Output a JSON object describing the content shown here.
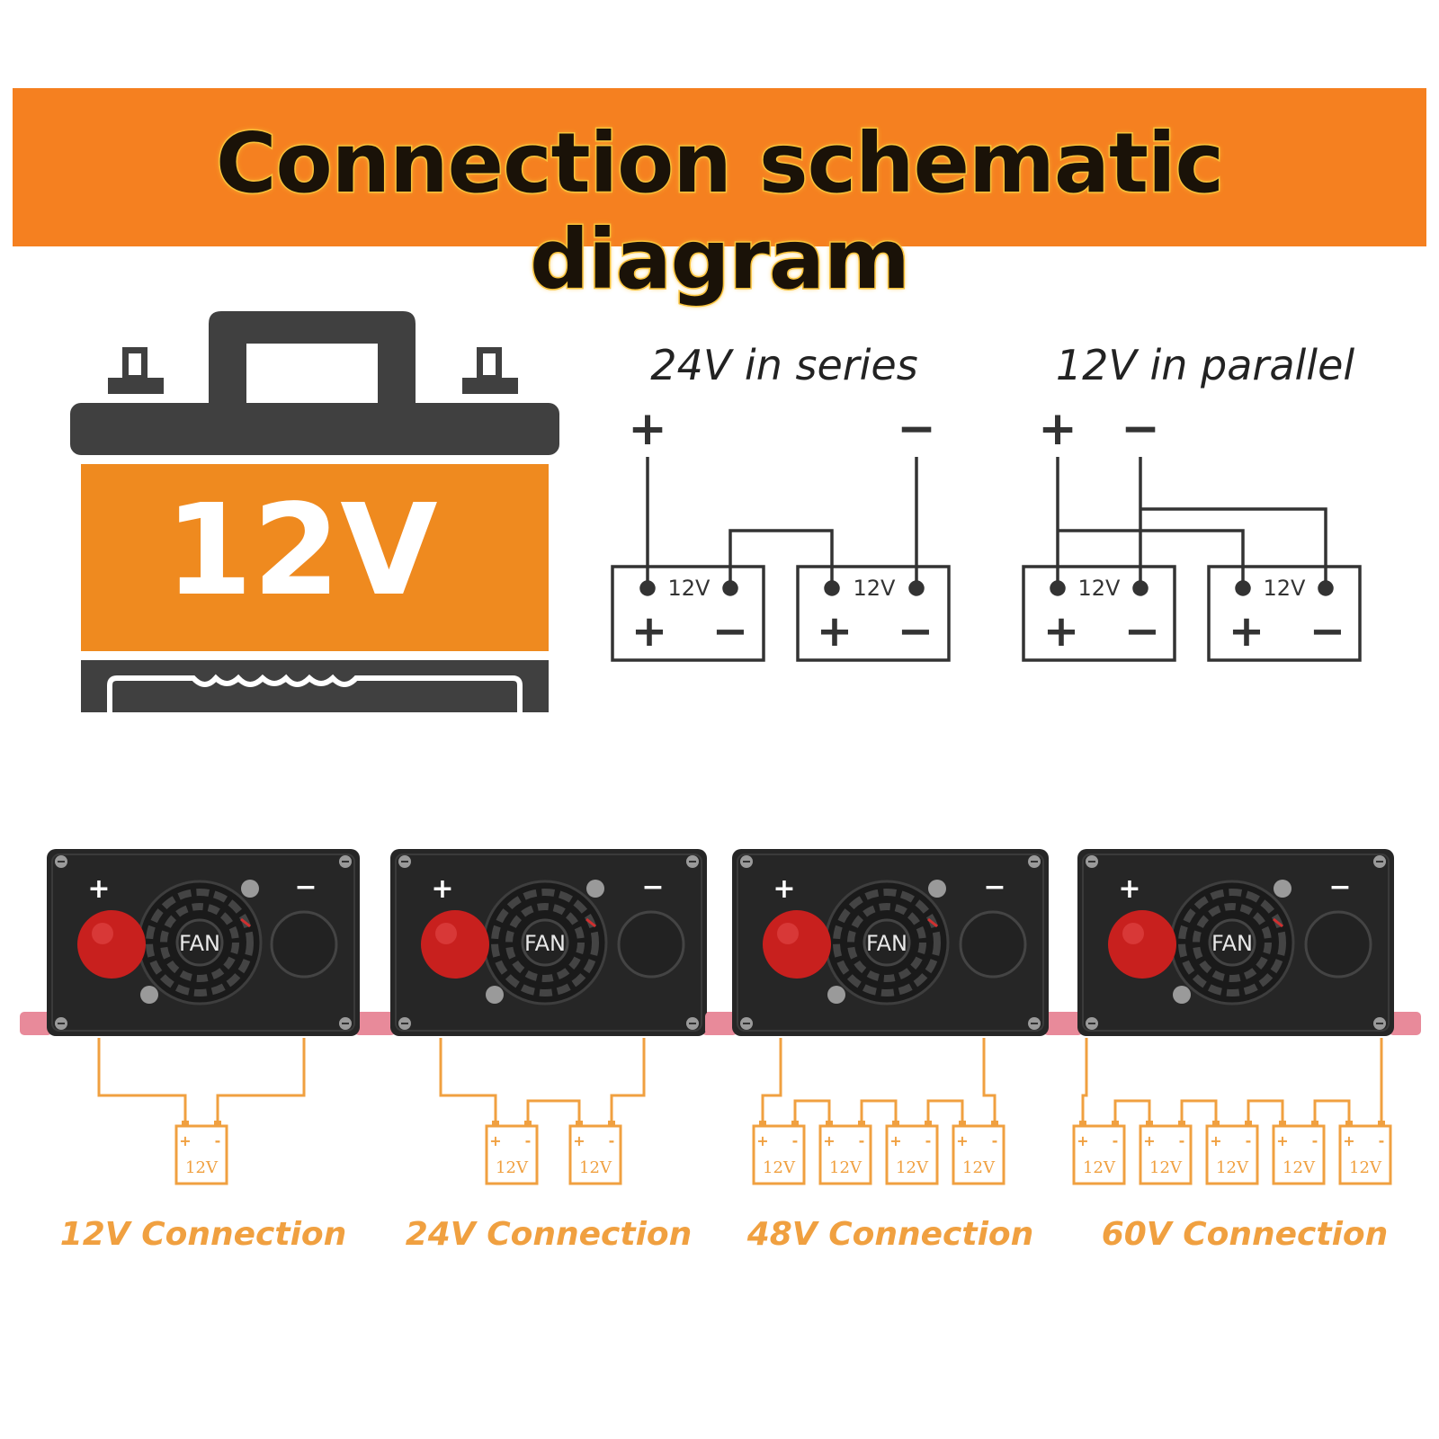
{
  "header": {
    "title": "Connection schematic diagram"
  },
  "battery_icon": {
    "label": "12V",
    "body_color": "#ef8a1f",
    "frame_color": "#404040"
  },
  "series": {
    "title": "24V in series",
    "plus": "+",
    "minus": "−",
    "battery_label": "12V"
  },
  "parallel": {
    "title": "12V in parallel",
    "plus": "+",
    "minus": "−",
    "battery_label": "12V"
  },
  "inverter": {
    "plus": "+",
    "minus": "−",
    "fan": "FAN"
  },
  "connections": [
    {
      "label": "12V Connection",
      "batteries": 1
    },
    {
      "label": "24V Connection",
      "batteries": 2
    },
    {
      "label": "48V Connection",
      "batteries": 4
    },
    {
      "label": "60V Connection",
      "batteries": 5
    }
  ],
  "small_battery": {
    "label": "12V",
    "plus": "+",
    "minus": "-"
  },
  "colors": {
    "accent": "#f58020",
    "wire": "#f0a040",
    "cap_red": "#c8201e",
    "cap_black": "#222222"
  }
}
